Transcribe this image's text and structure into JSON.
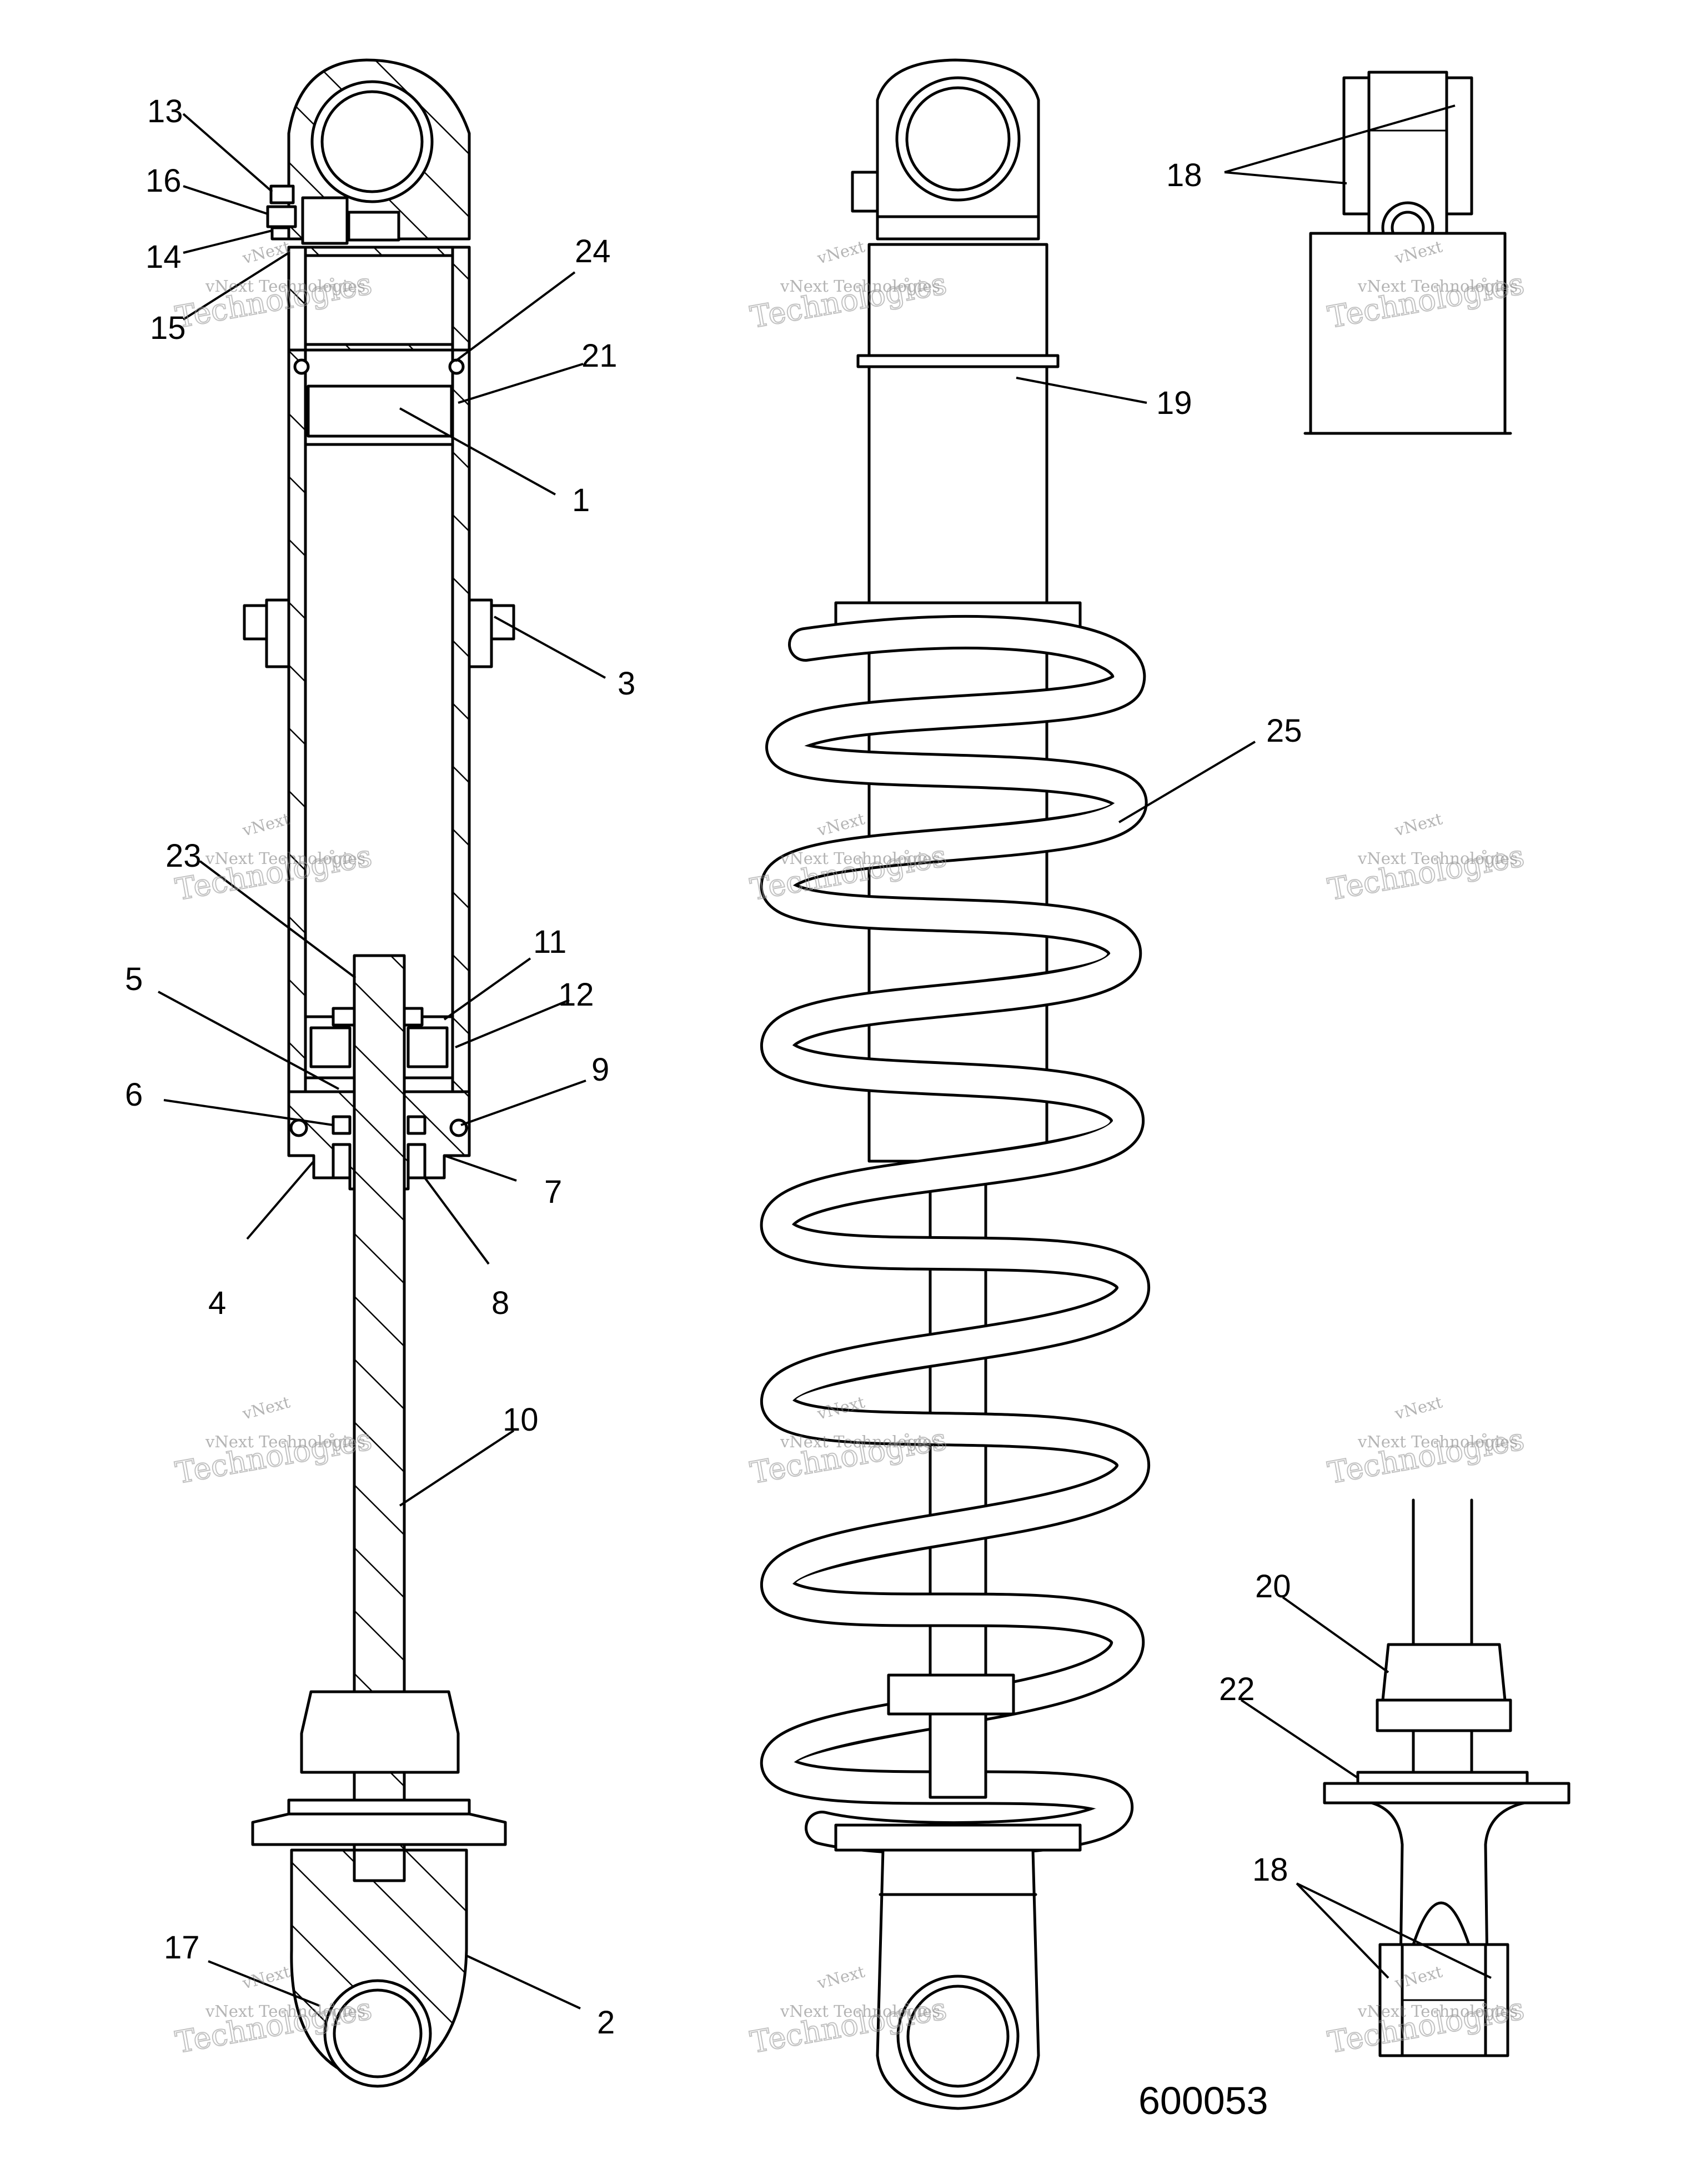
{
  "figure_number": "600053",
  "watermark": {
    "line1": "vNext",
    "line2": "vNext Technologies",
    "line3": "Technologies"
  },
  "callouts": [
    {
      "id": "c13",
      "label": "13"
    },
    {
      "id": "c16",
      "label": "16"
    },
    {
      "id": "c14",
      "label": "14"
    },
    {
      "id": "c15",
      "label": "15"
    },
    {
      "id": "c24",
      "label": "24"
    },
    {
      "id": "c21",
      "label": "21"
    },
    {
      "id": "c1",
      "label": "1"
    },
    {
      "id": "c3",
      "label": "3"
    },
    {
      "id": "c23",
      "label": "23"
    },
    {
      "id": "c11",
      "label": "11"
    },
    {
      "id": "c12",
      "label": "12"
    },
    {
      "id": "c5",
      "label": "5"
    },
    {
      "id": "c9",
      "label": "9"
    },
    {
      "id": "c6",
      "label": "6"
    },
    {
      "id": "c7",
      "label": "7"
    },
    {
      "id": "c4",
      "label": "4"
    },
    {
      "id": "c8",
      "label": "8"
    },
    {
      "id": "c10",
      "label": "10"
    },
    {
      "id": "c17",
      "label": "17"
    },
    {
      "id": "c2",
      "label": "2"
    },
    {
      "id": "c19",
      "label": "19"
    },
    {
      "id": "c25",
      "label": "25"
    },
    {
      "id": "c18a",
      "label": "18"
    },
    {
      "id": "c20",
      "label": "20"
    },
    {
      "id": "c22",
      "label": "22"
    },
    {
      "id": "c18b",
      "label": "18"
    }
  ]
}
